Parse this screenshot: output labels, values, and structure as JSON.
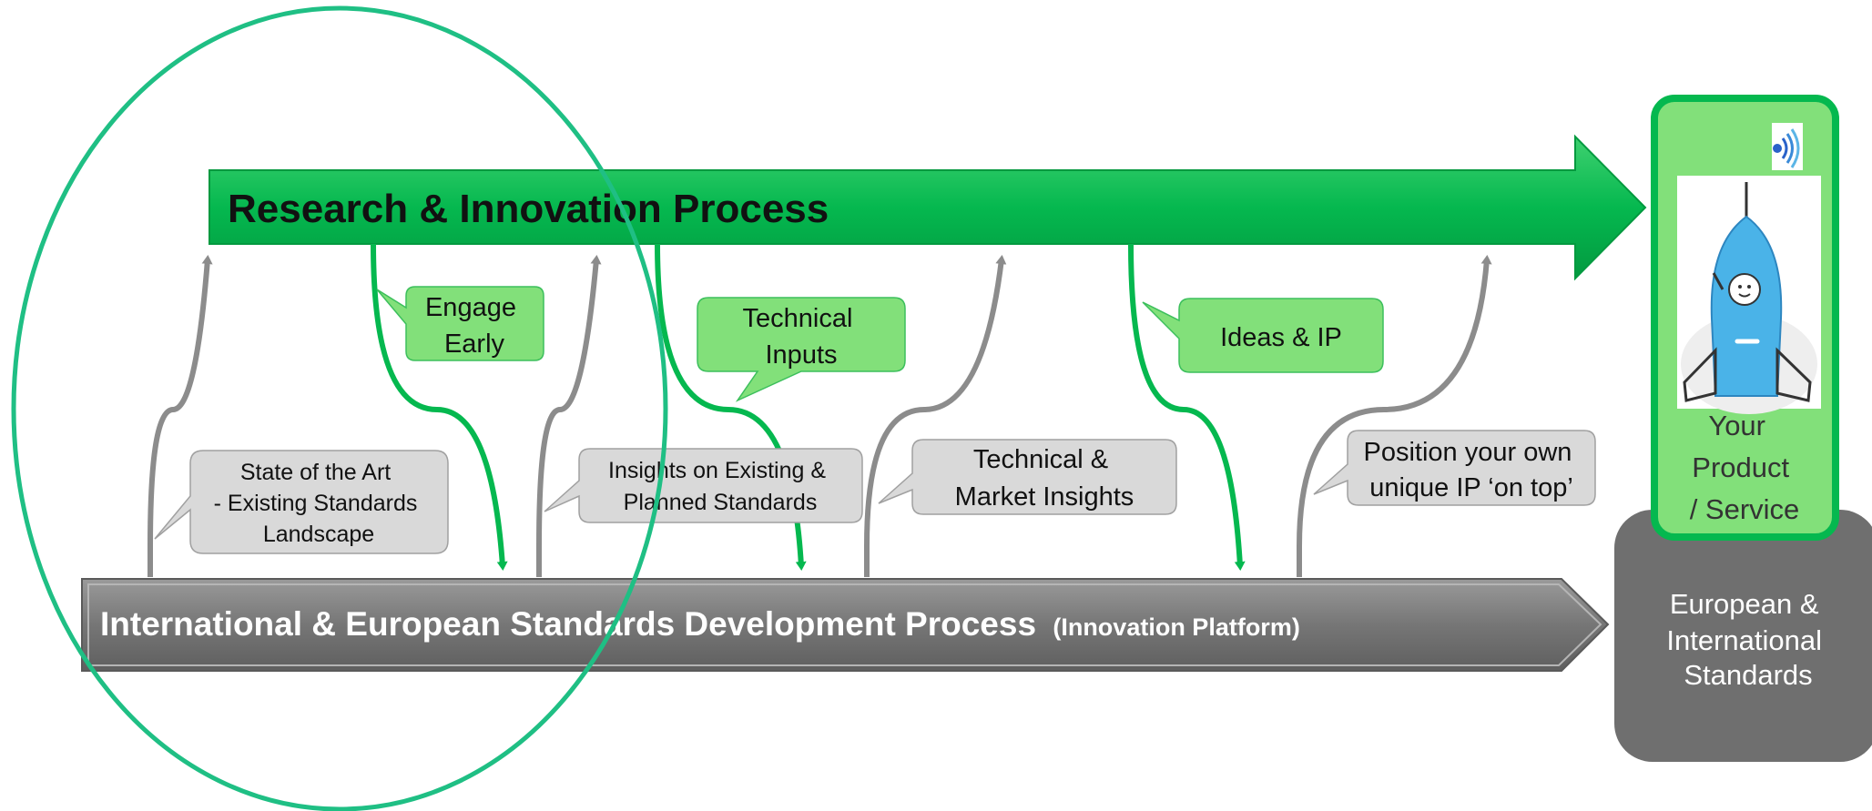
{
  "research_arrow": {
    "label": "Research & Innovation Process",
    "color": "#05b84f"
  },
  "standards_arrow": {
    "label": "International & European Standards Development Process",
    "sublabel": "(Innovation Platform)",
    "color": "#7a7a7a"
  },
  "callouts": {
    "state_of_art": [
      "State of the Art",
      "- Existing Standards",
      "Landscape"
    ],
    "insights_existing": [
      "Insights on Existing &",
      "Planned Standards"
    ],
    "technical_market": [
      "Technical &",
      "Market Insights"
    ],
    "position_ip": [
      "Position your own",
      "unique IP ‘on top’"
    ],
    "engage_early": [
      "Engage",
      "Early"
    ],
    "technical_inputs": [
      "Technical",
      "Inputs"
    ],
    "ideas_ip": [
      "Ideas & IP"
    ]
  },
  "product_box": {
    "label": [
      "Your",
      "Product",
      "/ Service"
    ],
    "border_color": "#05b84f",
    "fill_color": "#82e07a"
  },
  "standards_box": {
    "label": [
      "European &",
      "International",
      "Standards"
    ],
    "fill_color": "#6f6f6f"
  },
  "colors": {
    "green": "#05b84f",
    "light_green": "#82e07a",
    "gray_line": "#8c8c8c",
    "callout_gray": "#d9d9d9",
    "ellipse": "#1fbf84"
  },
  "icons": {
    "product_image": "rocket-illustration-icon",
    "wireless": "wireless-signal-icon"
  }
}
